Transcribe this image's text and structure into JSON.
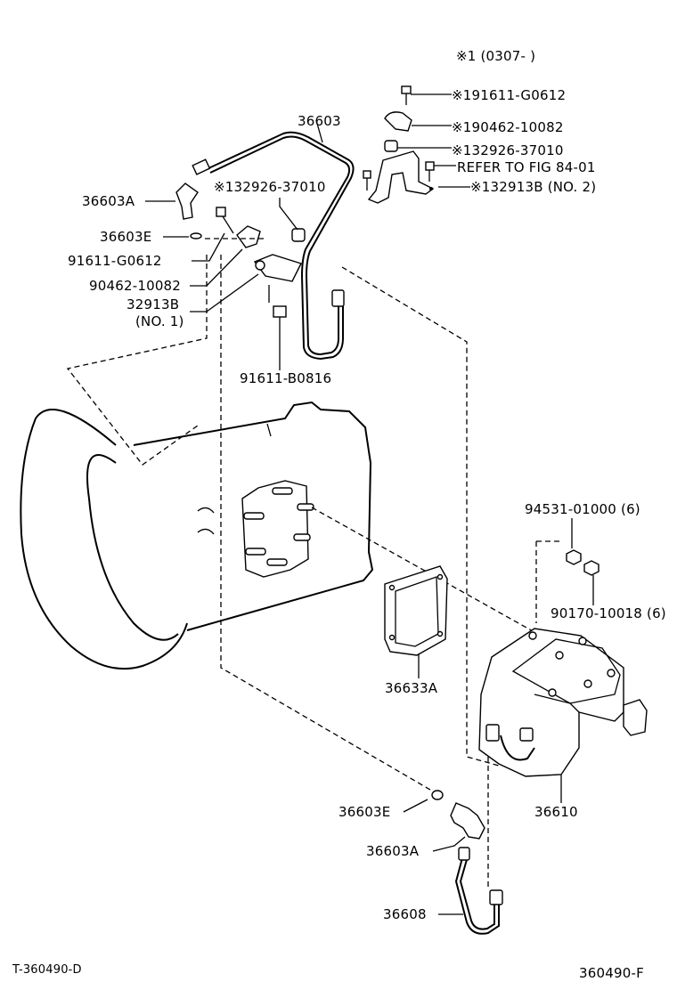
{
  "header": {
    "applicability_note": "※1 (0307-        )"
  },
  "labels": {
    "p_191611": "※191611-G0612",
    "p_190462": "※190462-10082",
    "p_132926_top": "※132926-37010",
    "p_refer": "REFER TO FIG 84-01",
    "p_132913b_no2": "※132913B (NO. 2)",
    "p_36603_top": "36603",
    "p_132926_mid": "※132926-37010",
    "p_36603a_top": "36603A",
    "p_36603e_top": "36603E",
    "p_91611_g0612": "91611-G0612",
    "p_90462": "90462-10082",
    "p_32913b": "32913B",
    "p_no1": "(NO. 1)",
    "p_91611_b0816": "91611-B0816",
    "p_94531": "94531-01000 (6)",
    "p_90170": "90170-10018 (6)",
    "p_36633a": "36633A",
    "p_36603e_bot": "36603E",
    "p_36610": "36610",
    "p_36603a_bot": "36603A",
    "p_36608": "36608"
  },
  "footer": {
    "left_code": "T-360490-D",
    "right_code": "360490-F"
  }
}
